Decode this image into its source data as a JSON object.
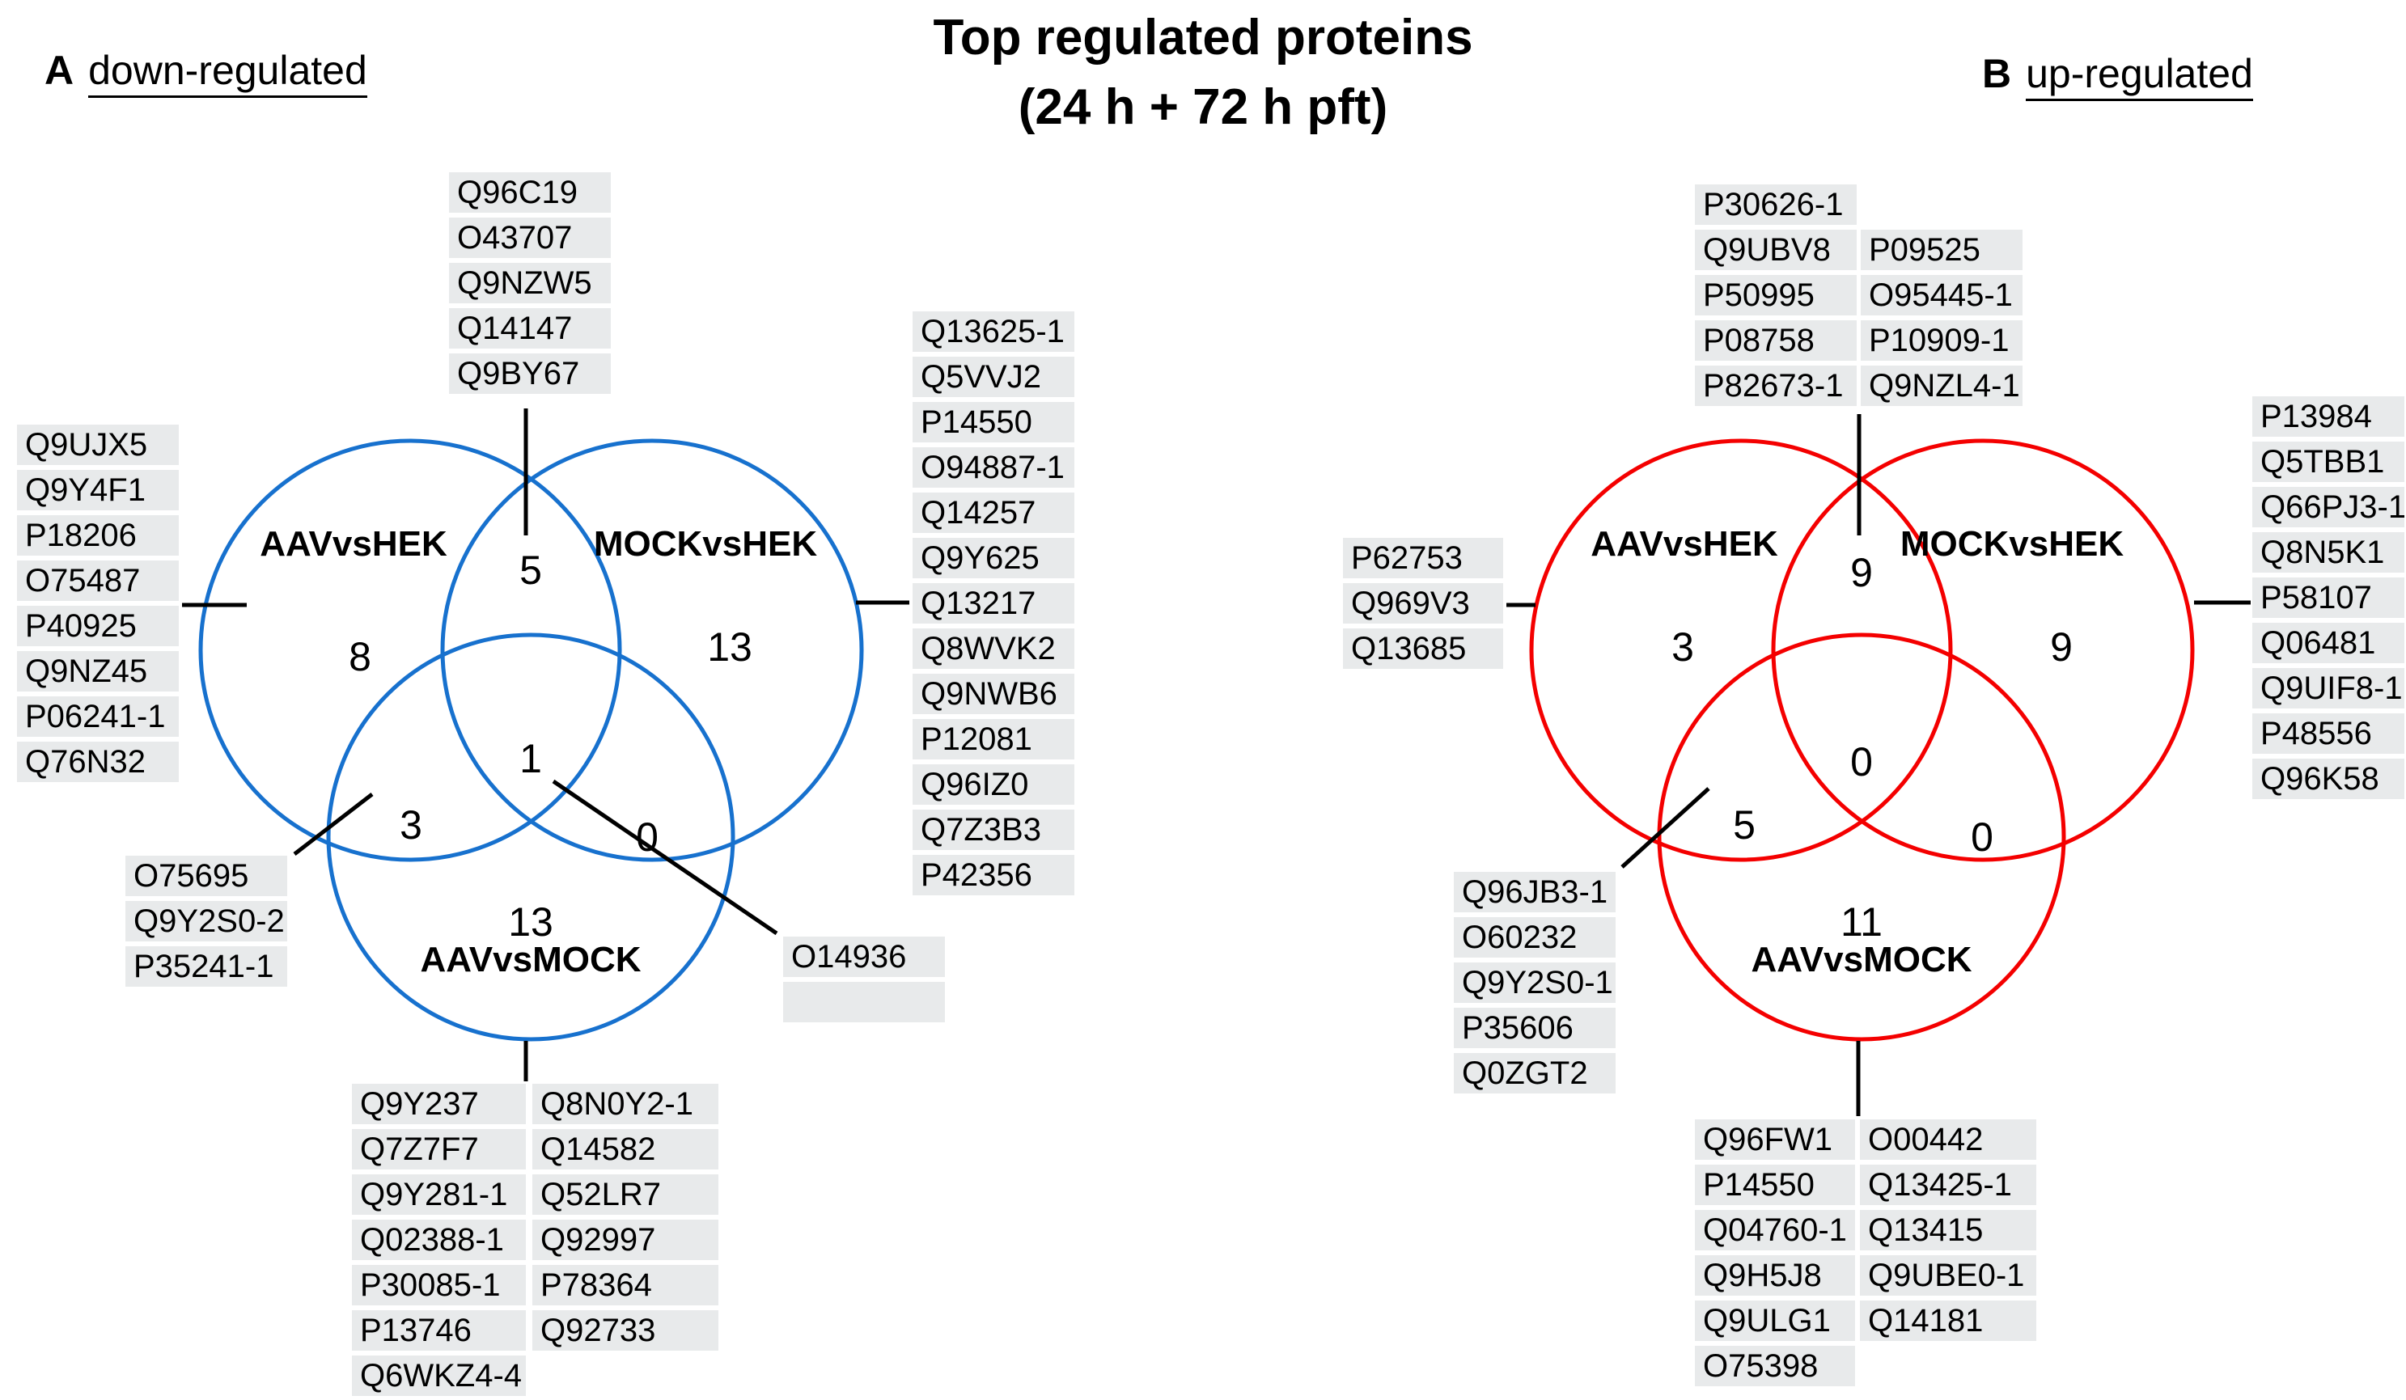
{
  "title": {
    "line1": "Top regulated proteins",
    "line2": "(24 h + 72 h pft)"
  },
  "panelA": {
    "letter": "A",
    "title": "down-regulated",
    "circle_color": "#1771ce",
    "set_labels": {
      "top_left": "AAVvsHEK",
      "top_right": "MOCKvsHEK",
      "bottom": "AAVvsMOCK"
    },
    "counts": {
      "top_left_only": "8",
      "top_right_only": "13",
      "top_intersection": "5",
      "center_all": "1",
      "left_intersection": "3",
      "right_intersection": "0",
      "bottom_only": "13"
    },
    "protein_lists": {
      "top_intersection": [
        "Q96C19",
        "O43707",
        "Q9NZW5",
        "Q14147",
        "Q9BY67"
      ],
      "top_left_only": [
        "Q9UJX5",
        "Q9Y4F1",
        "P18206",
        "O75487",
        "P40925",
        "Q9NZ45",
        "P06241-1",
        "Q76N32"
      ],
      "top_right_only": [
        "Q13625-1",
        "Q5VVJ2",
        "P14550",
        "O94887-1",
        "Q14257",
        "Q9Y625",
        "Q13217",
        "Q8WVK2",
        "Q9NWB6",
        "P12081",
        "Q96IZ0",
        "Q7Z3B3",
        "P42356"
      ],
      "left_intersection": [
        "O75695",
        "Q9Y2S0-2",
        "P35241-1"
      ],
      "center_all": [
        "O14936",
        ""
      ],
      "bottom_only_col1": [
        "Q9Y237",
        "Q7Z7F7",
        "Q9Y281-1",
        "Q02388-1",
        "P30085-1",
        "P13746",
        "Q6WKZ4-4"
      ],
      "bottom_only_col2": [
        "Q8N0Y2-1",
        "Q14582",
        "Q52LR7",
        "Q92997",
        "P78364",
        "Q92733"
      ]
    }
  },
  "panelB": {
    "letter": "B",
    "title": "up-regulated",
    "circle_color": "#f40000",
    "set_labels": {
      "top_left": "AAVvsHEK",
      "top_right": "MOCKvsHEK",
      "bottom": "AAVvsMOCK"
    },
    "counts": {
      "top_left_only": "3",
      "top_right_only": "9",
      "top_intersection": "9",
      "center_all": "0",
      "left_intersection": "5",
      "right_intersection": "0",
      "bottom_only": "11"
    },
    "protein_lists": {
      "top_intersection_col1": [
        "P30626-1",
        "Q9UBV8",
        "P50995",
        "P08758",
        "P82673-1"
      ],
      "top_intersection_col2": [
        "P09525",
        "O95445-1",
        "P10909-1",
        "Q9NZL4-1"
      ],
      "top_left_only": [
        "P62753",
        "Q969V3",
        "Q13685"
      ],
      "top_right_only": [
        "P13984",
        "Q5TBB1",
        "Q66PJ3-1",
        "Q8N5K1",
        "P58107",
        "Q06481",
        "Q9UIF8-1",
        "P48556",
        "Q96K58"
      ],
      "left_intersection": [
        "Q96JB3-1",
        "O60232",
        "Q9Y2S0-1",
        "P35606",
        "Q0ZGT2"
      ],
      "bottom_only_col1": [
        "Q96FW1",
        "P14550",
        "Q04760-1",
        "Q9H5J8",
        "Q9ULG1",
        "O75398"
      ],
      "bottom_only_col2": [
        "O00442",
        "Q13425-1",
        "Q13415",
        "Q9UBE0-1",
        "Q14181"
      ]
    }
  }
}
